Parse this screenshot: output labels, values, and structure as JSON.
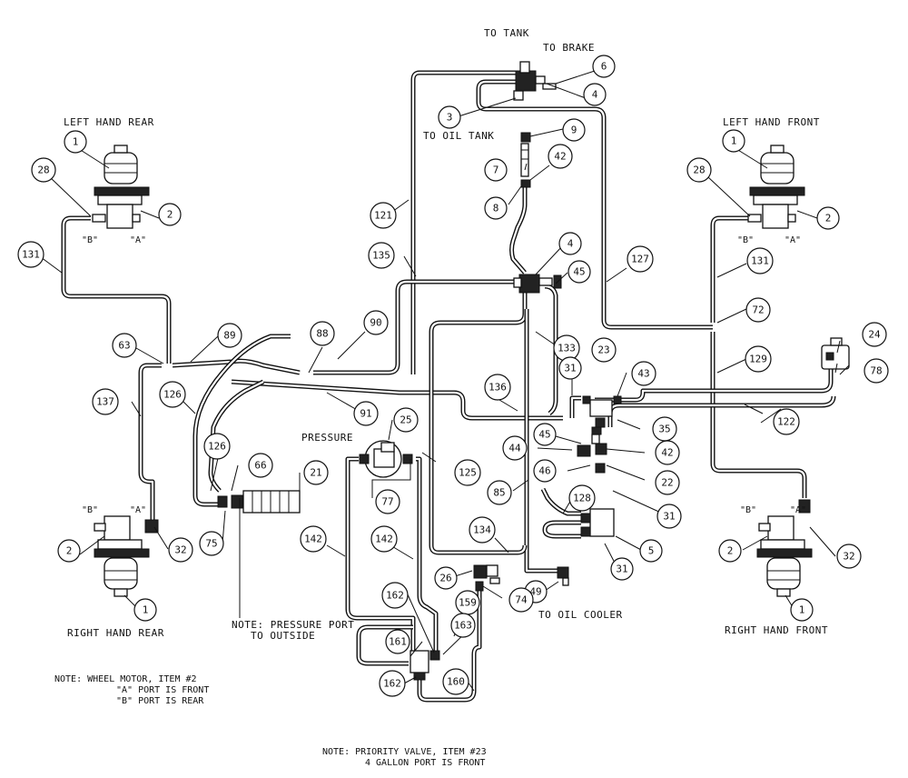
{
  "labels": {
    "to_tank": "TO TANK",
    "to_brake": "TO BRAKE",
    "to_oil_tank": "TO OIL TANK",
    "left_hand_rear": "LEFT HAND REAR",
    "left_hand_front": "LEFT HAND FRONT",
    "right_hand_rear": "RIGHT HAND REAR",
    "right_hand_front": "RIGHT HAND FRONT",
    "pressure": "PRESSURE",
    "to_oil_cooler": "TO OIL COOLER",
    "port_b": "\"B\"",
    "port_a": "\"A\""
  },
  "notes": {
    "pressure_port_1": "NOTE: PRESSURE PORT",
    "pressure_port_2": "TO OUTSIDE",
    "wheel_motor_1": "NOTE:   WHEEL MOTOR, ITEM #2",
    "wheel_motor_2": "\"A\" PORT IS FRONT",
    "wheel_motor_3": "\"B\" PORT IS REAR",
    "priority_1": "NOTE:  PRIORITY VALVE, ITEM #23",
    "priority_2": "4 GALLON PORT IS FRONT"
  },
  "callouts": {
    "c6": "6",
    "c4a": "4",
    "c3": "3",
    "c9": "9",
    "c7": "7",
    "c42a": "42",
    "c8": "8",
    "c121": "121",
    "c4b": "4",
    "c45a": "45",
    "c127": "127",
    "c135": "135",
    "c1_lhr": "1",
    "c28_lhr": "28",
    "c2_lhr": "2",
    "c131_l": "131",
    "c1_lhf": "1",
    "c28_lhf": "28",
    "c2_lhf": "2",
    "c131_r": "131",
    "c72": "72",
    "c24": "24",
    "c129": "129",
    "c78": "78",
    "c63": "63",
    "c89": "89",
    "c88": "88",
    "c90": "90",
    "c133": "133",
    "c137": "137",
    "c126a": "126",
    "c91": "91",
    "c136": "136",
    "c31a": "31",
    "c23": "23",
    "c43": "43",
    "c122": "122",
    "c25": "25",
    "c126b": "126",
    "c66": "66",
    "c21": "21",
    "c125": "125",
    "c45b": "45",
    "c35": "35",
    "c44": "44",
    "c42b": "42",
    "c46": "46",
    "c22": "22",
    "c85": "85",
    "c128": "128",
    "c77": "77",
    "c31b": "31",
    "c75": "75",
    "c134": "134",
    "c5": "5",
    "c2_rhr": "2",
    "c32_rhr": "32",
    "c142a": "142",
    "c142b": "142",
    "c31c": "31",
    "c26": "26",
    "c49": "49",
    "c2_rhf": "2",
    "c32_rhf": "32",
    "c1_rhr": "1",
    "c162a": "162",
    "c159": "159",
    "c163": "163",
    "c74": "74",
    "c1_rhf": "1",
    "c161": "161",
    "c162b": "162",
    "c160": "160"
  }
}
